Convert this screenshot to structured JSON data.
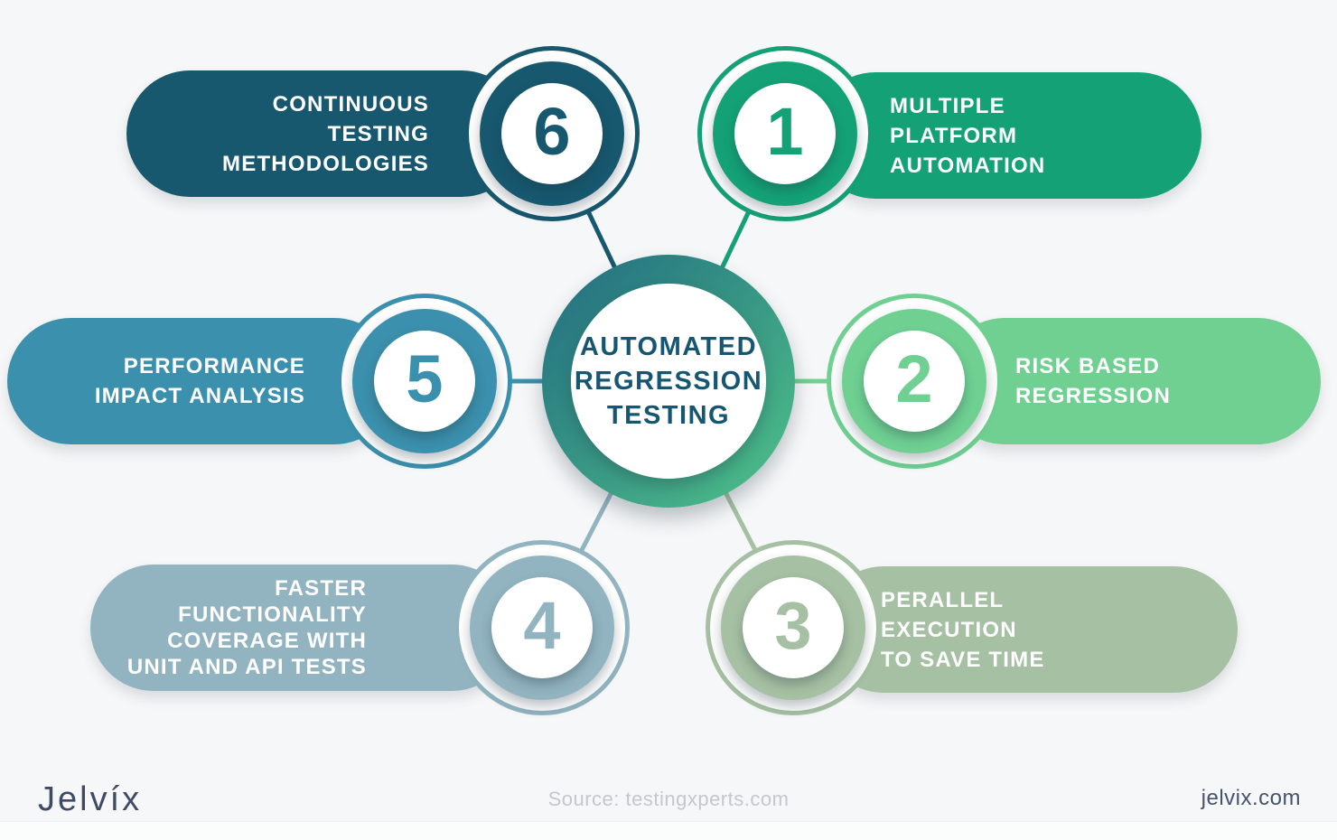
{
  "hub": {
    "title_lines": [
      "AUTOMATED",
      "REGRESSION",
      "TESTING"
    ],
    "title_color": "#175672",
    "ring_gradient_from": "#216b80",
    "ring_gradient_to": "#4fc289"
  },
  "items": [
    {
      "number": "1",
      "label_lines": [
        "MULTIPLE",
        "PLATFORM",
        "AUTOMATION"
      ],
      "color": "#14a176"
    },
    {
      "number": "2",
      "label_lines": [
        "RISK BASED",
        "REGRESSION"
      ],
      "color": "#6fd092"
    },
    {
      "number": "3",
      "label_lines": [
        "PERALLEL",
        "EXECUTION",
        "TO SAVE TIME"
      ],
      "color": "#a6c0a3"
    },
    {
      "number": "4",
      "label_lines": [
        "FASTER",
        "FUNCTIONALITY",
        "COVERAGE WITH",
        "UNIT AND API TESTS"
      ],
      "color": "#92b4c0"
    },
    {
      "number": "5",
      "label_lines": [
        "PERFORMANCE",
        "IMPACT ANALYSIS"
      ],
      "color": "#3b90ad"
    },
    {
      "number": "6",
      "label_lines": [
        "CONTINUOUS",
        "TESTING",
        "METHODOLOGIES"
      ],
      "color": "#17586f"
    }
  ],
  "footer": {
    "logo": "Jelvíx",
    "source": "Source: testingxperts.com",
    "website": "jelvix.com"
  }
}
